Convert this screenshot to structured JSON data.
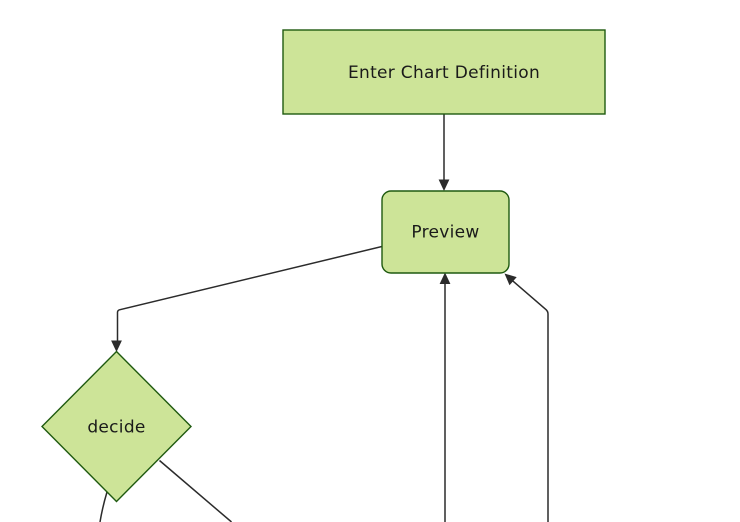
{
  "diagram": {
    "type": "flowchart",
    "orientation": "top-down",
    "colors": {
      "background": "#ffffff",
      "node_fill": "#cde498",
      "node_border": "#1f5a10",
      "edge_line": "#2b2b2b",
      "label_text": "#1a1a1a"
    },
    "nodes": [
      {
        "id": "A",
        "shape": "rectangle",
        "label": "Enter Chart Definition"
      },
      {
        "id": "B",
        "shape": "rounded-rectangle",
        "label": "Preview"
      },
      {
        "id": "C",
        "shape": "diamond",
        "label": "decide"
      }
    ],
    "edges": [
      {
        "from": "Enter Chart Definition",
        "to": "Preview",
        "arrowhead": true,
        "note": "vertical arrow"
      },
      {
        "from": "Preview",
        "to": "decide",
        "arrowhead": true,
        "note": "diagonal then vertical arrow into diamond top"
      },
      {
        "from": "decide",
        "to": "offscreen-bottom-left",
        "arrowhead": false,
        "note": "line cut off by viewport bottom"
      },
      {
        "from": "decide",
        "to": "offscreen-bottom-right",
        "arrowhead": false,
        "note": "line cut off by viewport bottom"
      },
      {
        "from": "offscreen-bottom",
        "to": "Preview",
        "arrowhead": true,
        "note": "vertical return arrow into Preview bottom"
      },
      {
        "from": "offscreen-bottom-right",
        "to": "Preview",
        "arrowhead": true,
        "note": "vertical then diagonal return arrow into Preview bottom-right corner"
      }
    ]
  }
}
